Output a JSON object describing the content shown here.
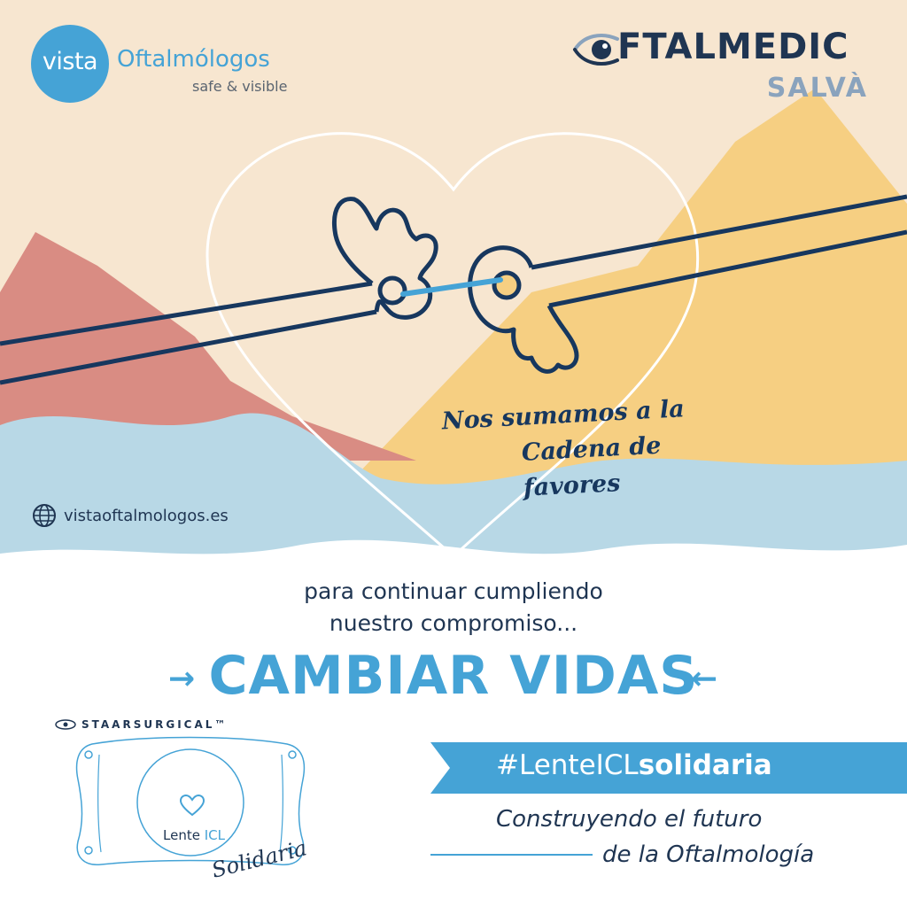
{
  "vista": {
    "circle_word": "vista",
    "name": "Oftalmólogos",
    "tagline": "safe & visible"
  },
  "oftalmedic": {
    "name": "FTALMEDIC",
    "sub": "SALVÀ"
  },
  "script_heading": {
    "line1": "Nos sumamos a la",
    "line2": "Cadena de favores"
  },
  "website": {
    "icon": "globe-icon",
    "text": "vistaoftalmologos.es"
  },
  "intro": {
    "line1": "para continuar cumpliendo",
    "line2": "nuestro compromiso..."
  },
  "headline": {
    "arrow_left": "→",
    "text": "CAMBIAR VIDAS",
    "arrow_right": "←"
  },
  "staar": {
    "text": "STAARSURGICAL™"
  },
  "lens": {
    "label_prefix": "Lente ",
    "label_brand": "ICL",
    "signature": "Solidaria",
    "icon": "heart-icon"
  },
  "hashtag": {
    "prefix": "#LenteICL",
    "bold": "solidaria"
  },
  "footer": {
    "line1": "Construyendo el futuro",
    "line2": "de la Oftalmología"
  },
  "colors": {
    "accent_blue": "#45a3d6",
    "navy": "#1f3552",
    "cream": "#f7e6d0",
    "sand": "#f6cf82",
    "terracotta": "#d98c83",
    "pale_blue": "#b8d8e6"
  }
}
